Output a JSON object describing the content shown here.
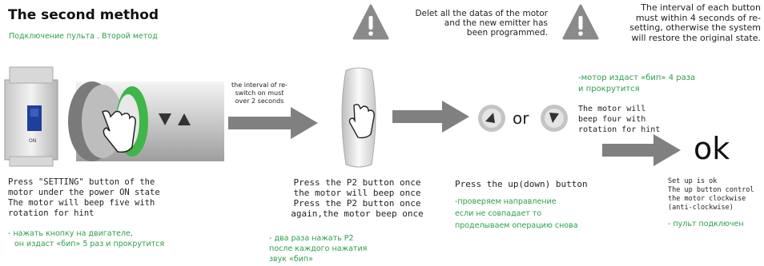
{
  "header": {
    "title": "The second method",
    "subtitle": "Подключение пульта . Второй метод"
  },
  "warnings": [
    {
      "icon": "warning-triangle-icon",
      "lines": [
        "Delet all the datas of the motor",
        "and the new emitter has",
        "been programmed."
      ]
    },
    {
      "icon": "warning-triangle-icon",
      "lines": [
        "The interval of each button",
        "must within 4 seconds of re-",
        "setting, otherwise the system",
        "will restore the original state."
      ]
    }
  ],
  "arrow1_note": [
    "the interval of re-",
    "switch on must",
    "over 2 seconds"
  ],
  "step1": {
    "switch_label": "ON",
    "en": [
      "Press \"SETTING\" button of the",
      "motor under the power ON state",
      "The motor will beep five with",
      "rotation for hint"
    ],
    "ru": [
      "- нажать кнопку на двигателе,",
      "он издаст «бип» 5 раз и прокрутится"
    ]
  },
  "step2": {
    "en": [
      "Press the P2 button once",
      "the motor will beep once",
      "Press the P2 button once",
      "again,the motor beep once"
    ],
    "ru": [
      "- два раза нажать P2",
      "после каждого нажатия",
      "звук «бип»"
    ]
  },
  "step3": {
    "or_label": "or",
    "ru_top": [
      "-мотор издаст «бип» 4 раза",
      "и прокрутится"
    ],
    "en_hint": [
      "The motor will",
      "beep four with",
      "rotation for hint"
    ],
    "en": "Press the up(down) button",
    "ru": [
      "-проверяем направление",
      "если не совпадает то",
      "проделываем операцию снова"
    ]
  },
  "step4": {
    "ok_label": "ok",
    "en": [
      "Set up is ok",
      "The up button control",
      "the motor clockwise",
      "(anti-clockwise)"
    ],
    "ru": "- пульт подключен"
  },
  "colors": {
    "green": "#2e9e4a",
    "arrow": "#808080",
    "warning": "#8a8a8a",
    "motor_green": "#3fb54a"
  }
}
